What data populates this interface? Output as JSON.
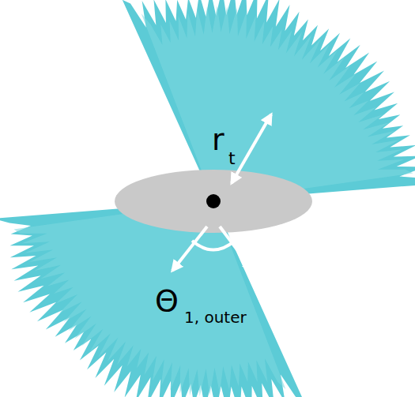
{
  "diagram": {
    "labels": [
      "r",
      "t",
      "Θ",
      "1, outer"
    ]
  }
}
